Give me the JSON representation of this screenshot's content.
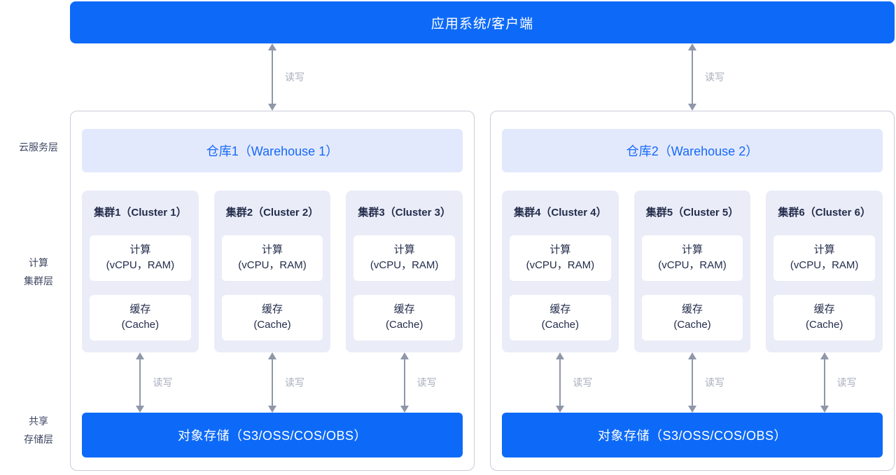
{
  "colors": {
    "primary_blue": "#0D6AF8",
    "header_bg": "#E3E9FC",
    "header_text": "#1569F8",
    "cluster_bg": "#EAEDF8",
    "node_bg": "#FFFFFF",
    "container_border": "#C9CDD9",
    "arrow": "#8F97A9",
    "arrow_label_text": "#A6ACBB",
    "dark_text": "#232C4B",
    "layer_label_text": "#3E4662",
    "bar_text": "#FFFFFF"
  },
  "top_bar": {
    "label": "应用系统/客户端"
  },
  "rw_label": "读写",
  "layers": {
    "cloud_service": {
      "line1": "云服务层"
    },
    "compute_cluster": {
      "line1": "计算",
      "line2": "集群层"
    },
    "shared_storage": {
      "line1": "共享",
      "line2": "存储层"
    }
  },
  "warehouses": [
    {
      "title": "仓库1（Warehouse 1）",
      "storage_label": "对象存储（S3/OSS/COS/OBS）",
      "clusters": [
        {
          "title": "集群1（Cluster 1）",
          "compute_line1": "计算",
          "compute_line2": "(vCPU，RAM)",
          "cache_line1": "缓存",
          "cache_line2": "(Cache)"
        },
        {
          "title": "集群2（Cluster 2）",
          "compute_line1": "计算",
          "compute_line2": "(vCPU，RAM)",
          "cache_line1": "缓存",
          "cache_line2": "(Cache)"
        },
        {
          "title": "集群3（Cluster 3）",
          "compute_line1": "计算",
          "compute_line2": "(vCPU，RAM)",
          "cache_line1": "缓存",
          "cache_line2": "(Cache)"
        }
      ]
    },
    {
      "title": "仓库2（Warehouse 2）",
      "storage_label": "对象存储（S3/OSS/COS/OBS）",
      "clusters": [
        {
          "title": "集群4（Cluster 4）",
          "compute_line1": "计算",
          "compute_line2": "(vCPU，RAM)",
          "cache_line1": "缓存",
          "cache_line2": "(Cache)"
        },
        {
          "title": "集群5（Cluster 5）",
          "compute_line1": "计算",
          "compute_line2": "(vCPU，RAM)",
          "cache_line1": "缓存",
          "cache_line2": "(Cache)"
        },
        {
          "title": "集群6（Cluster 6）",
          "compute_line1": "计算",
          "compute_line2": "(vCPU，RAM)",
          "cache_line1": "缓存",
          "cache_line2": "(Cache)"
        }
      ]
    }
  ]
}
